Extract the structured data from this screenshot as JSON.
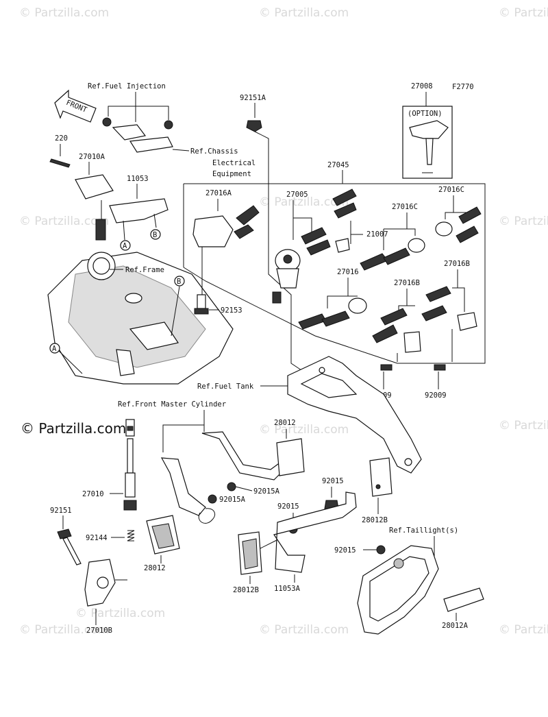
{
  "figure_code": "F2770",
  "watermark": "© Partzilla.com",
  "watermark_main": "© Partzilla.com",
  "front_arrow": "FRONT",
  "option_label": "(OPTION)",
  "refs": {
    "fuel_injection": "Ref.Fuel Injection",
    "chassis_1": "Ref.Chassis",
    "chassis_2": "Electrical",
    "chassis_3": "Equipment",
    "frame": "Ref.Frame",
    "fuel_tank": "Ref.Fuel Tank",
    "front_master": "Ref.Front Master Cylinder",
    "taillight": "Ref.Taillight(s)"
  },
  "markers": {
    "a": "A",
    "b": "B"
  },
  "parts": {
    "p220": "220",
    "p27010A": "27010A",
    "p11053": "11053",
    "p92151A": "92151A",
    "p27008": "27008",
    "p27045": "27045",
    "p27016A": "27016A",
    "p27005": "27005",
    "p21007": "21007",
    "p27016C_1": "27016C",
    "p27016C_2": "27016C",
    "p27016": "27016",
    "p27016B_1": "27016B",
    "p27016B_2": "27016B",
    "p92153": "92153",
    "p92009_1": "92009",
    "p92009_2": "92009",
    "p28012_top": "28012",
    "p92015A_1": "92015A",
    "p92015A_2": "92015A",
    "p27010": "27010",
    "p92151": "92151",
    "p92144": "92144",
    "p28012_bot": "28012",
    "p27010B": "27010B",
    "p92015_1": "92015",
    "p92015_2": "92015",
    "p92015_3": "92015",
    "p28012B_1": "28012B",
    "p28012B_2": "28012B",
    "p11053A": "11053A",
    "p28012A": "28012A"
  }
}
